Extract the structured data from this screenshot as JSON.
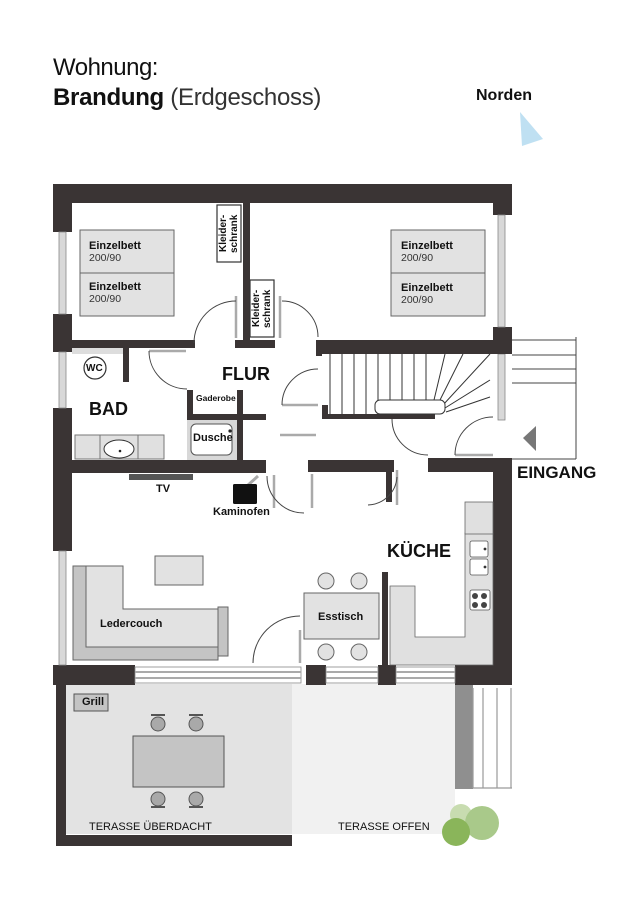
{
  "header": {
    "line1": "Wohnung:",
    "name": "Brandung",
    "floor": "(Erdgeschoss)"
  },
  "compass": {
    "label": "Norden",
    "arrow_color": "#bfe0f2"
  },
  "colors": {
    "wall": "#3a3434",
    "furniture": "#e0e0e0",
    "furniture_dark": "#c4c4c4",
    "terrace_covered": "#e3e3e3",
    "terrace_open": "#f1f1f1",
    "plants": [
      "#c8dcb0",
      "#a9c98a",
      "#8ab55a"
    ]
  },
  "rooms": {
    "flur": "FLUR",
    "bad": "BAD",
    "kueche": "KÜCHE",
    "eingang": "EINGANG",
    "terrace_covered": "TERASSE ÜBERDACHT",
    "terrace_open": "TERASSE OFFEN"
  },
  "bedroom_left": {
    "beds": [
      {
        "label": "Einzelbett",
        "size": "200/90"
      },
      {
        "label": "Einzelbett",
        "size": "200/90"
      }
    ],
    "wardrobe": "Kleider-\nschrank"
  },
  "bedroom_right": {
    "beds": [
      {
        "label": "Einzelbett",
        "size": "200/90"
      },
      {
        "label": "Einzelbett",
        "size": "200/90"
      }
    ],
    "wardrobe": "Kleider-\nschrank"
  },
  "bathroom": {
    "wc": "WC",
    "shower": "Dusche",
    "wardrobe_niche": "Gaderobe"
  },
  "living": {
    "tv": "TV",
    "stove": "Kaminofen",
    "couch": "Ledercouch",
    "dining_table": "Esstisch"
  },
  "terrace": {
    "grill": "Grill"
  }
}
